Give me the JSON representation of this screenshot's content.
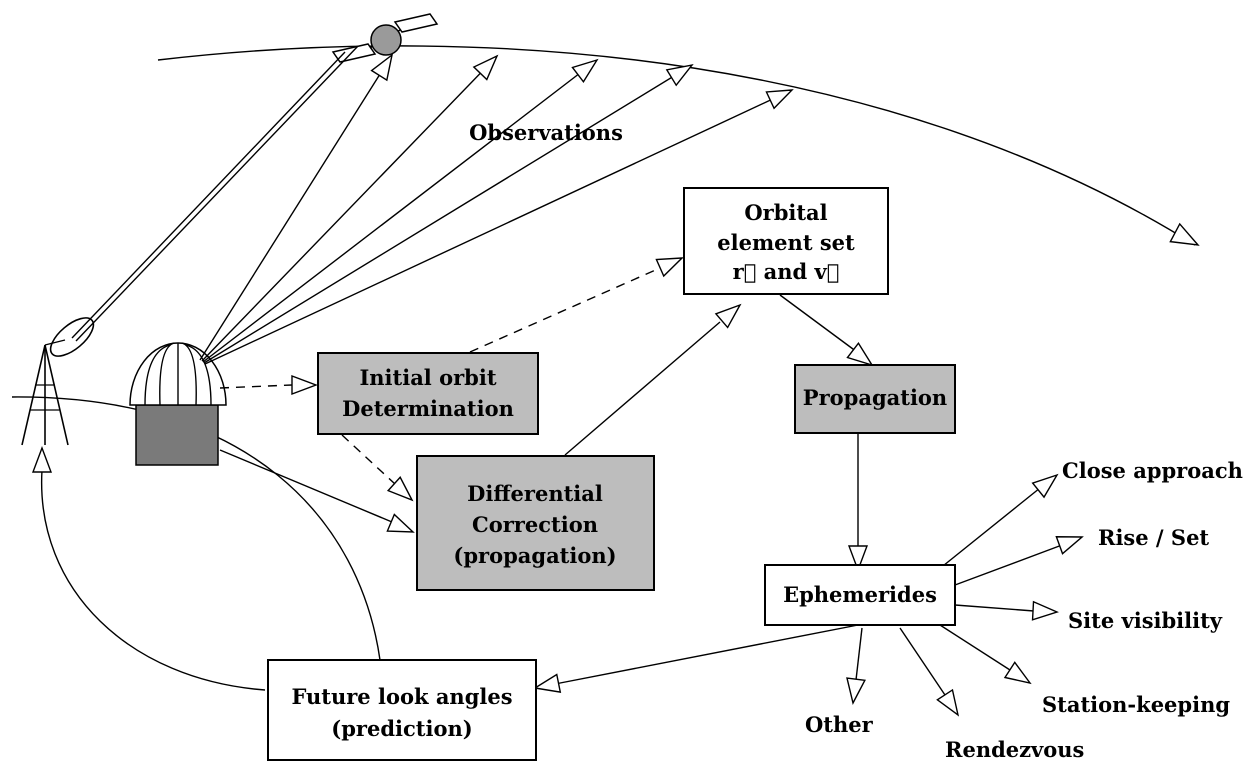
{
  "observations_label": "Observations",
  "boxes": {
    "orbital_element_set": {
      "lines": [
        "Orbital",
        "element set",
        "r⃗ and v⃗"
      ]
    },
    "initial_orbit": {
      "lines": [
        "Initial orbit",
        "Determination"
      ]
    },
    "differential_correction": {
      "lines": [
        "Differential",
        "Correction",
        "(propagation)"
      ]
    },
    "propagation": {
      "lines": [
        "Propagation"
      ]
    },
    "ephemerides": {
      "lines": [
        "Ephemerides"
      ]
    },
    "future_look_angles": {
      "lines": [
        "Future look angles",
        "(prediction)"
      ]
    }
  },
  "outputs": {
    "close_approach": "Close approach",
    "rise_set": "Rise / Set",
    "site_visibility": "Site visibility",
    "station_keeping": "Station-keeping",
    "rendezvous": "Rendezvous",
    "other": "Other"
  },
  "colors": {
    "process_box": "#bdbdbd",
    "output_box": "#ffffff",
    "building": "#7a7a7a",
    "satellite": "#9a9a9a"
  }
}
